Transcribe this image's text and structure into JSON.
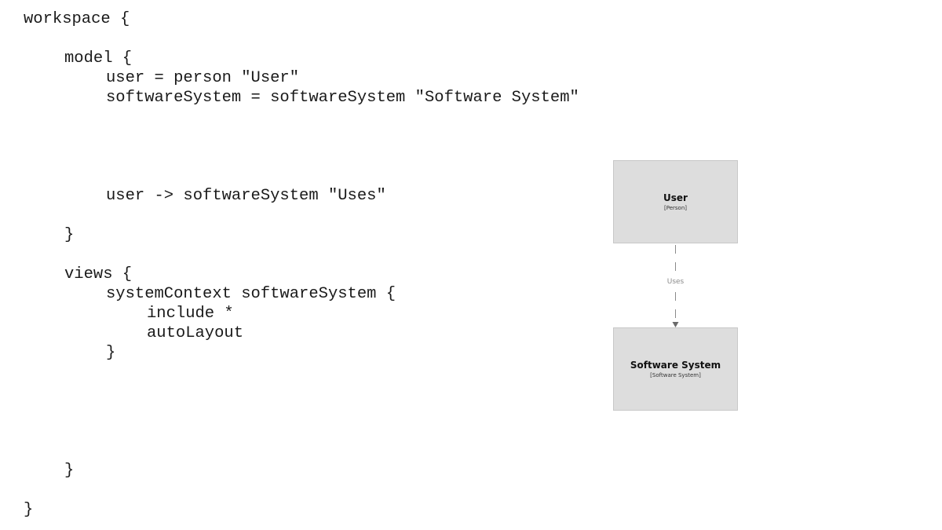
{
  "code": {
    "lines": [
      "workspace {",
      "model {",
      "user = person \"User\"",
      "softwareSystem = softwareSystem \"Software System\"",
      "user -> softwareSystem \"Uses\"",
      "}",
      "views {",
      "systemContext softwareSystem {",
      "include *",
      "autoLayout",
      "}",
      "}",
      "}"
    ]
  },
  "diagram": {
    "user": {
      "name": "User",
      "type": "[Person]"
    },
    "software_system": {
      "name": "Software System",
      "type": "[Software System]"
    },
    "relationship": {
      "label": "Uses",
      "style": "dashed"
    },
    "colors": {
      "element_fill": "#dddddd",
      "element_border": "#c8c8c8",
      "line": "#8a8a8a",
      "label": "#8a8a8a"
    }
  }
}
